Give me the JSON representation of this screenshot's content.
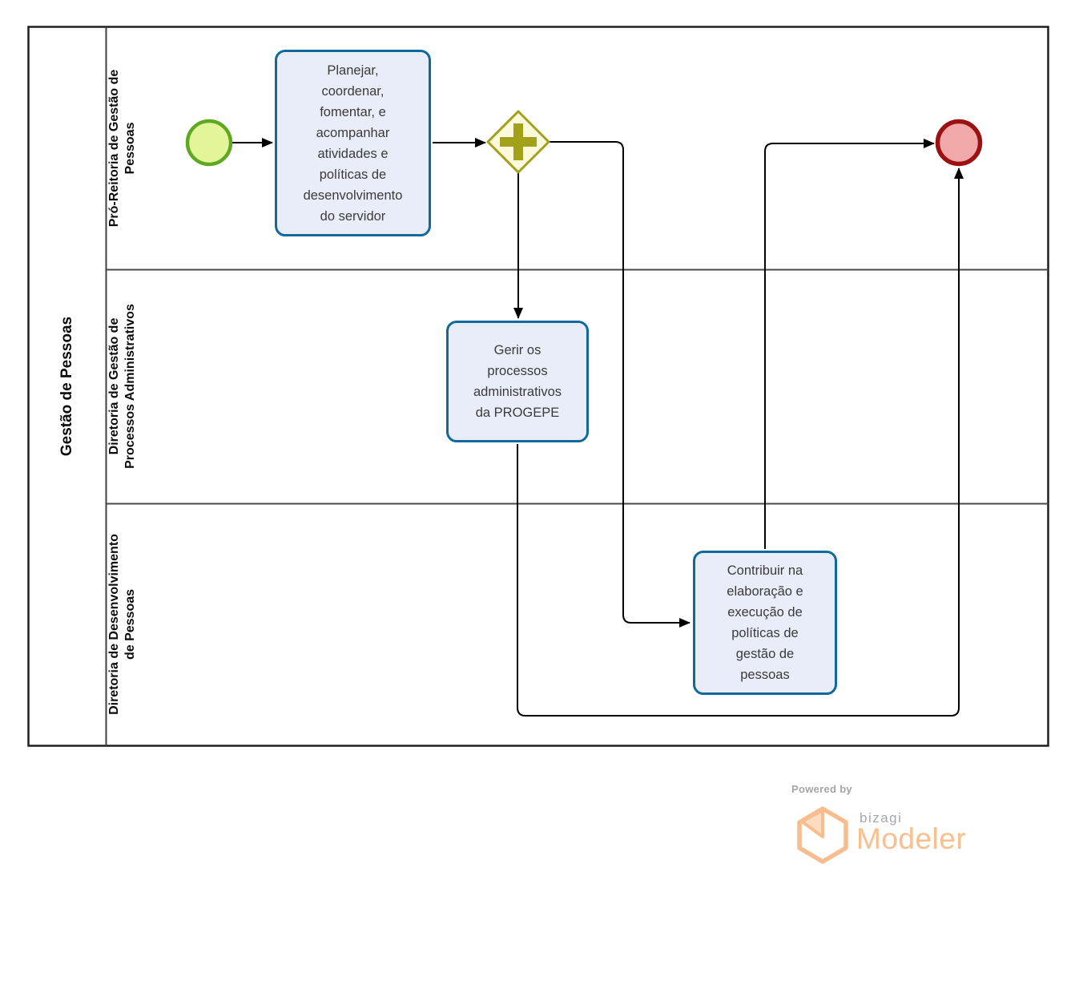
{
  "pool": {
    "label": "Gestão de Pessoas"
  },
  "lanes": [
    {
      "label": "Pró-Reitoria de Gestão de\nPessoas"
    },
    {
      "label": "Diretoria de Gestão de\nProcessos Administrativos"
    },
    {
      "label": "Diretoria de Desenvolvimento\nde Pessoas"
    }
  ],
  "tasks": [
    {
      "label": "Planejar,\ncoordenar,\nfomentar, e\nacompanhar\natividades e\npolíticas de\ndesenvolvimento\ndo servidor",
      "lane": "Pró-Reitoria de Gestão de Pessoas"
    },
    {
      "label": "Gerir os\nprocessos\nadministrativos\nda PROGEPE",
      "lane": "Diretoria de Gestão de Processos Administrativos"
    },
    {
      "label": "Contribuir na\nelaboração e\nexecução de\npolíticas de\ngestão de\npessoas",
      "lane": "Diretoria de Desenvolvimento de Pessoas"
    }
  ],
  "events": {
    "start": {
      "type": "start-event",
      "lane": "Pró-Reitoria de Gestão de Pessoas"
    },
    "end": {
      "type": "end-event",
      "lane": "Pró-Reitoria de Gestão de Pessoas"
    }
  },
  "gateway": {
    "type": "parallel-gateway",
    "icon": "plus-icon",
    "lane": "Pró-Reitoria de Gestão de Pessoas"
  },
  "flows": [
    {
      "from": "start-event",
      "to": "task-planejar"
    },
    {
      "from": "task-planejar",
      "to": "parallel-gateway"
    },
    {
      "from": "parallel-gateway",
      "to": "task-gerir"
    },
    {
      "from": "parallel-gateway",
      "to": "task-contribuir"
    },
    {
      "from": "task-contribuir",
      "to": "end-event"
    },
    {
      "from": "task-gerir",
      "to": "end-event"
    }
  ],
  "branding": {
    "powered_by": "Powered by",
    "brand": "bizagi",
    "product": "Modeler"
  },
  "colors": {
    "task_fill": "#E9EDF9",
    "task_border": "#11699B",
    "start_fill": "#E2F699",
    "start_border": "#5FA922",
    "end_fill": "#F0A8A8",
    "end_border": "#9B1111",
    "gateway_fill": "#FAF9DC",
    "gateway_border": "#A3A019",
    "connector": "#000000",
    "pool_border": "#1E1E1E",
    "lane_border": "#4A4A4A",
    "brand_orange": "#F8BE90",
    "brand_gray": "#A4A7AC"
  }
}
